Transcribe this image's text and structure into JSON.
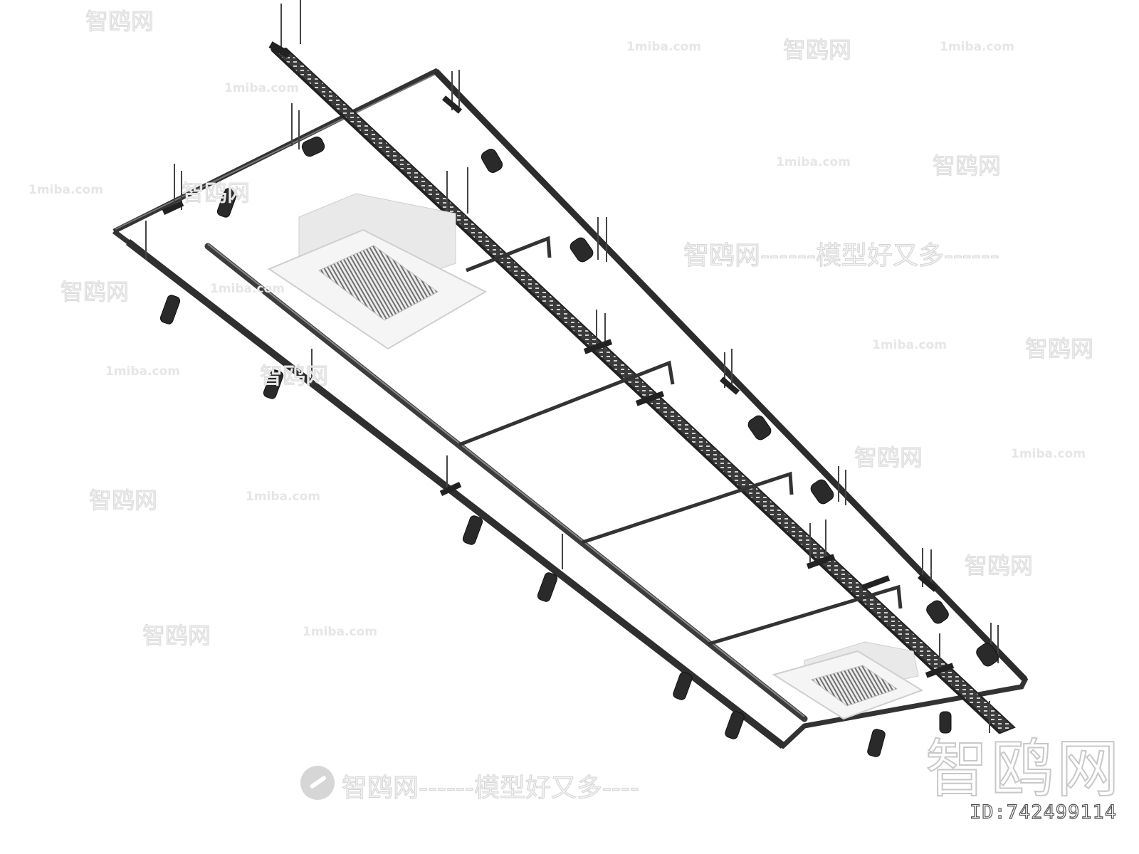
{
  "scene": {
    "description": "3D render of ceiling installation: track lighting rails with spotlights, perforated cable tray, refrigerant pipes and two cassette air-conditioner units",
    "colors": {
      "background": "#ffffff",
      "rail": "#3a3a3a",
      "rail_highlight": "#6a6a6a",
      "ac_body": "#f1f1f1",
      "ac_grille": "#7d7d7d",
      "rod": "#4a4a4a"
    }
  },
  "watermarks": {
    "site_small": "1miba.com",
    "brand_cn": "智鸥网",
    "slogan_cn": "智鸥网------模型好又多----",
    "slogan_right": "智鸥网------模型好又多------",
    "dash_cn": "------ 智鸥网 ------",
    "bottom_slogan": "智鸥网------模型好又多----",
    "corner_brand": "智鸥网",
    "corner_id": "ID:742499114"
  }
}
